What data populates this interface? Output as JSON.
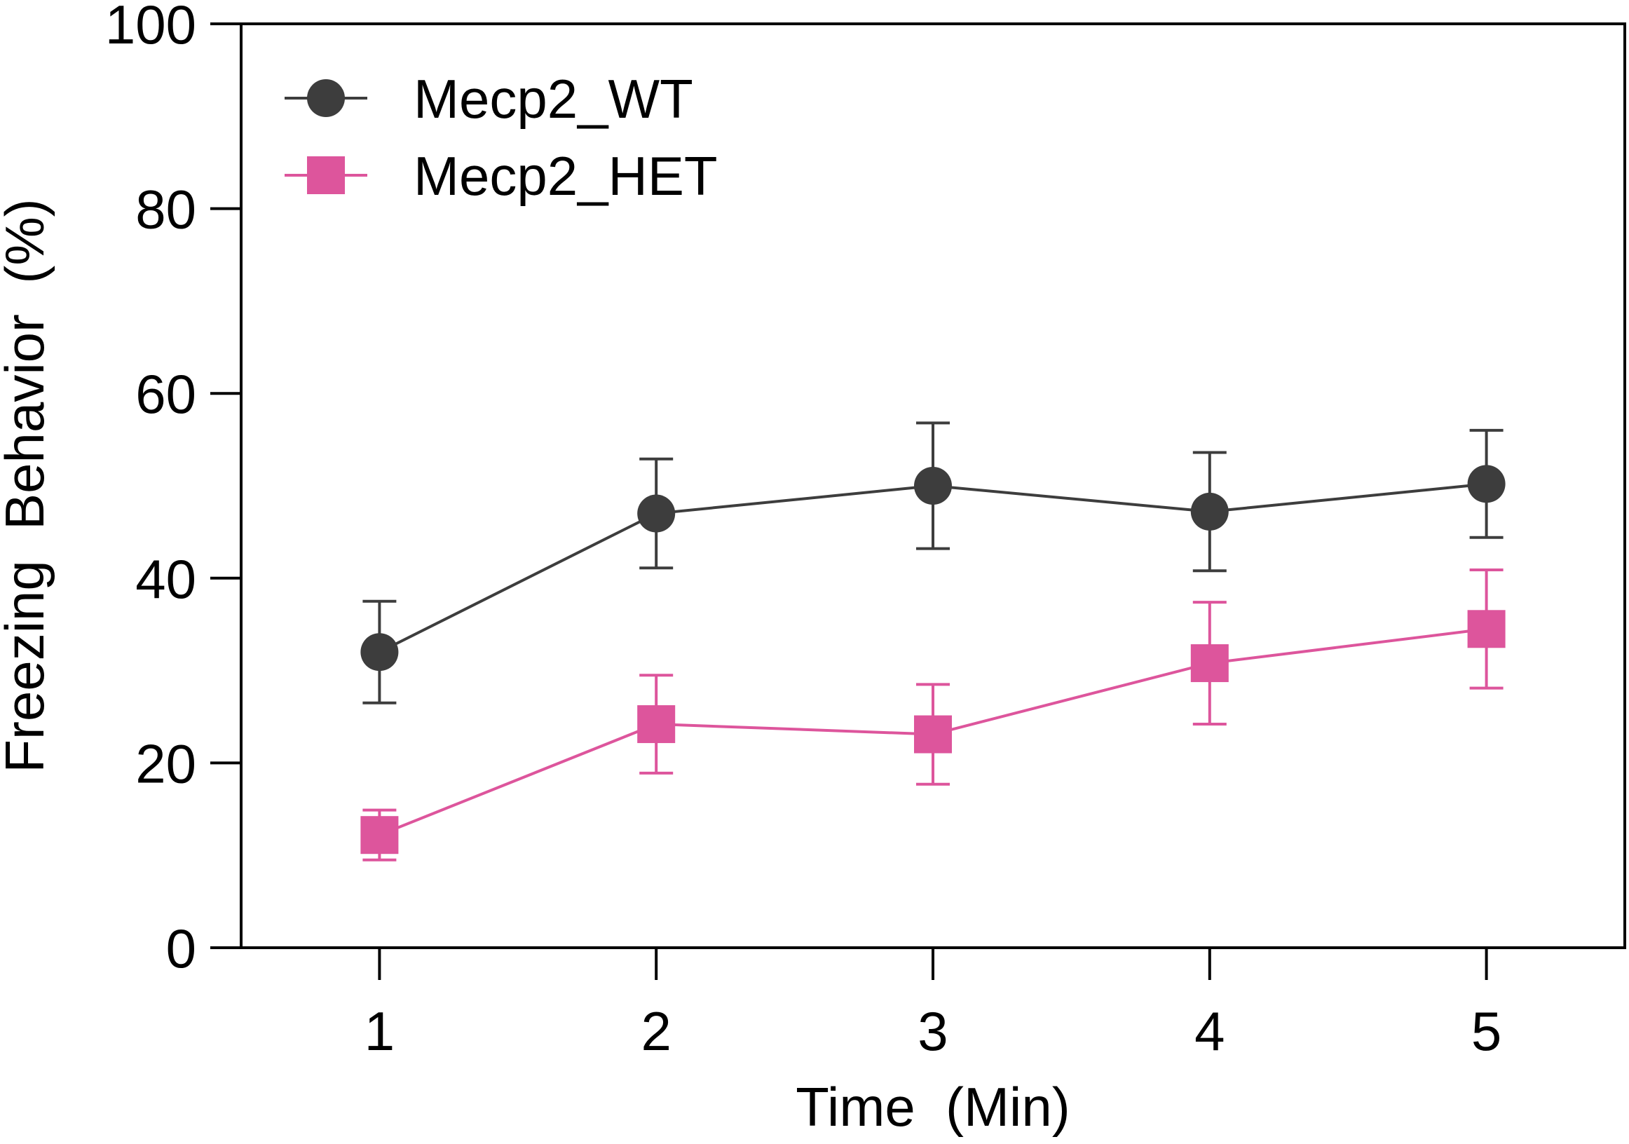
{
  "chart_data": {
    "type": "line",
    "title": "",
    "xlabel": "Time  (Min)",
    "ylabel": "Freezing  Behavior  (%)",
    "x": [
      1,
      2,
      3,
      4,
      5
    ],
    "x_tick_labels": [
      "1",
      "2",
      "3",
      "4",
      "5"
    ],
    "xlim": [
      0.5,
      5.5
    ],
    "ylim": [
      0,
      100
    ],
    "y_ticks": [
      0,
      20,
      40,
      60,
      80,
      100
    ],
    "y_tick_labels": [
      "0",
      "20",
      "40",
      "60",
      "80",
      "100"
    ],
    "grid": false,
    "legend_position": "top-left",
    "series": [
      {
        "name": "Mecp2_WT",
        "color": "#3d3d3d",
        "marker": "circle",
        "values": [
          32,
          47,
          50,
          47.2,
          50.2
        ],
        "error": [
          5.5,
          5.9,
          6.8,
          6.4,
          5.8
        ]
      },
      {
        "name": "Mecp2_HET",
        "color": "#dd559c",
        "marker": "square",
        "values": [
          12.2,
          24.2,
          23.1,
          30.8,
          34.5
        ],
        "error": [
          2.7,
          5.3,
          5.4,
          6.6,
          6.4
        ]
      }
    ]
  }
}
